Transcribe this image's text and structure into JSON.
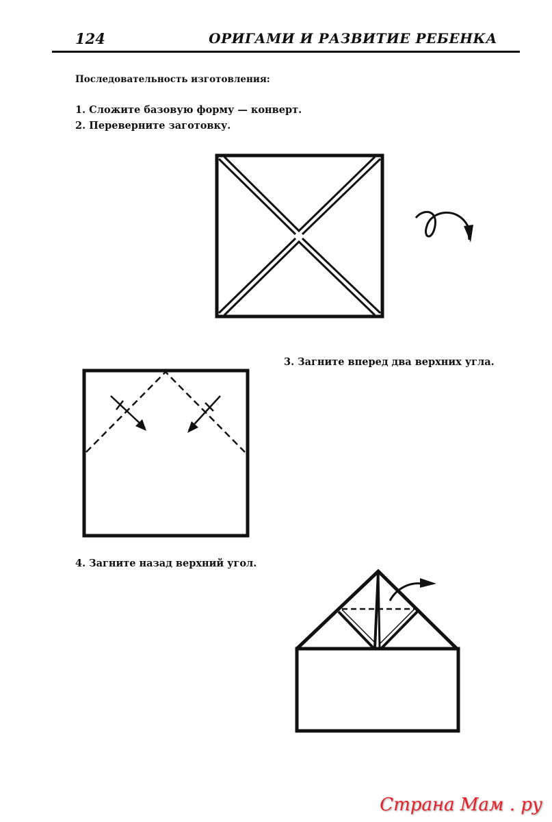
{
  "header": {
    "page_number": "124",
    "running_title": "ОРИГАМИ И РАЗВИТИЕ РЕБЕНКА"
  },
  "section_heading": "Последовательность изготовления:",
  "steps": [
    "1. Сложите базовую форму — конверт.",
    "2. Переверните заготовку.",
    "3. Загните вперед два верхних угла.",
    "4. Загните назад верхний угол."
  ],
  "watermark": "Страна Мам . ру"
}
